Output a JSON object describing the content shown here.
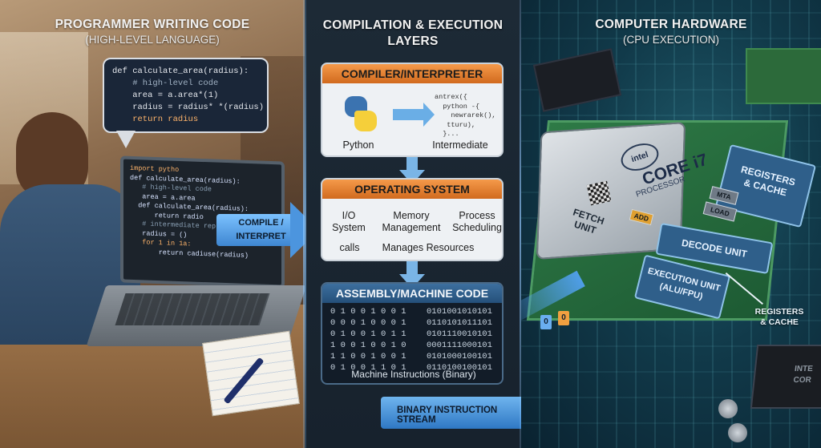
{
  "programmer_panel": {
    "title": "PROGRAMMER WRITING CODE",
    "subtitle": "(HIGH-LEVEL LANGUAGE)",
    "bubble_code": [
      "def calculate_area(radius):",
      "    # high-level code",
      "    area = a.area*(1)",
      "    radius = radius* *(radius)",
      "    return radius"
    ],
    "laptop_code": [
      "import pytho",
      "",
      "def calculate_area(radius):",
      "   # high-level code",
      "   area = a.area",
      "  def calculate_area(radius):",
      "      return radio",
      "",
      "   # intermediate representation",
      "   radius = ()",
      "   for 1 in 1a:",
      "       return cadiuse(radius)"
    ],
    "compile_arrow_label": "COMPILE /\nINTERPRET"
  },
  "compilation_panel": {
    "title": "COMPILATION & EXECUTION\nLAYERS",
    "compiler_box": {
      "header": "COMPILER/INTERPRETER",
      "snippet": "antrex({\n  python -{\n    newrarek(),\n   tturu),\n  }...",
      "left_label": "Python",
      "right_label": "Intermediate"
    },
    "os_box": {
      "header": "OPERATING SYSTEM",
      "items": [
        "I/O\nSystem",
        "Memory\nManagement",
        "Process\nScheduling"
      ],
      "footer_left": "calls",
      "footer_right": "Manages Resources"
    },
    "asm_box": {
      "header": "ASSEMBLY/MACHINE CODE",
      "binary_left": "0 1 0 0 1 0 0 1\n0 0 0 1 0 0 0 1\n0 1 0 0 1 0 1 1\n1 0 0 1 0 0 1 0\n1 1 0 0 1 0 0 1\n0 1 0 0 1 1 0 1",
      "binary_right": "0101001010101\n0110101011101\n0101110010101\n0001111000101\n0101000100101\n0110100100101",
      "footer": "Machine Instructions (Binary)"
    },
    "stream_label": "BINARY INSTRUCTION STREAM"
  },
  "hardware_panel": {
    "title": "COMPUTER HARDWARE",
    "subtitle": "(CPU EXECUTION)",
    "chip": {
      "brand": "intel",
      "model": "CORE i7",
      "label": "PROCESSOR",
      "fetch_unit": "FETCH\nUNIT"
    },
    "modules": {
      "registers_cache": "REGISTERS\n& CACHE",
      "decode_unit": "DECODE UNIT",
      "execution_unit": "EXECUTION UNIT\n(ALU/FPU)",
      "mta": "MTA",
      "load": "LOAD",
      "add": "ADD"
    },
    "callout": "REGISTERS\n& CACHE",
    "small_chip": "INTE\nCOR",
    "bits": [
      "0",
      "0"
    ]
  },
  "colors": {
    "accent_orange": "#e07d2b",
    "accent_blue": "#4c95de",
    "dark_navy": "#121c28"
  }
}
